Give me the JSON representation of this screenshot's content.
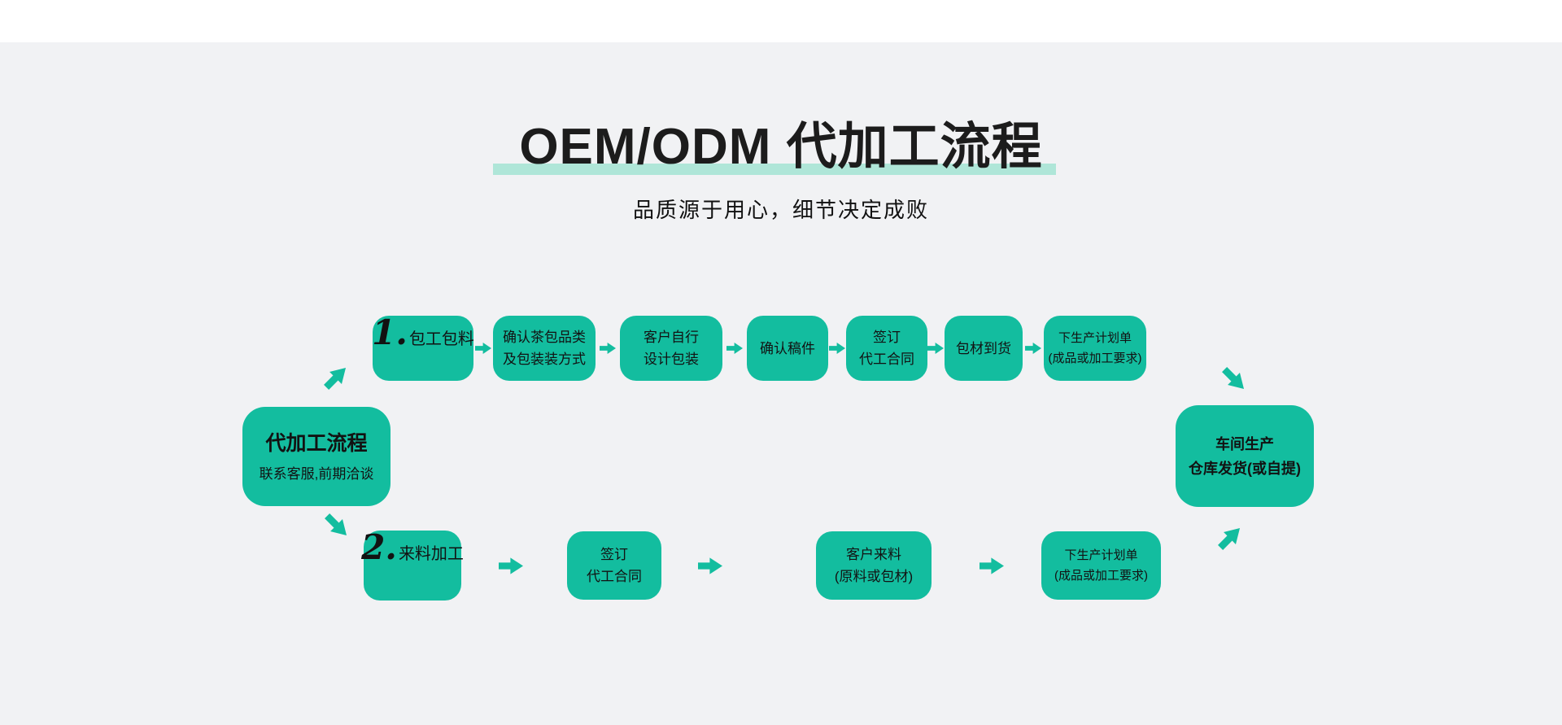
{
  "colors": {
    "box_accent": "#13bd9f",
    "arrow": "#13bd9f",
    "title_highlight": "#afe6d8",
    "page_background": "#f1f2f4",
    "top_bar": "#ffffff",
    "text": "#121212"
  },
  "header": {
    "title": "OEM/ODM 代加工流程",
    "subtitle": "品质源于用心，细节决定成败"
  },
  "flow": {
    "start": {
      "title": "代加工流程",
      "subtitle": "联系客服,前期洽谈"
    },
    "end": {
      "lines": [
        "车间生产",
        "仓库发货(或自提)"
      ]
    },
    "branch1": {
      "step1": {
        "number": "1.",
        "label": "包工包料"
      },
      "steps": [
        {
          "lines": [
            "确认茶包品类",
            "及包装装方式"
          ]
        },
        {
          "lines": [
            "客户自行",
            "设计包装"
          ]
        },
        {
          "lines": [
            "确认稿件"
          ]
        },
        {
          "lines": [
            "签订",
            "代工合同"
          ]
        },
        {
          "lines": [
            "包材到货"
          ]
        },
        {
          "lines": [
            "下生产计划单",
            "(成品或加工要求)"
          ]
        }
      ]
    },
    "branch2": {
      "step1": {
        "number": "2.",
        "label": "来料加工"
      },
      "steps": [
        {
          "lines": [
            "签订",
            "代工合同"
          ]
        },
        {
          "lines": [
            "客户来料",
            "(原料或包材)"
          ]
        },
        {
          "lines": [
            "下生产计划单",
            "(成品或加工要求)"
          ]
        }
      ]
    }
  }
}
